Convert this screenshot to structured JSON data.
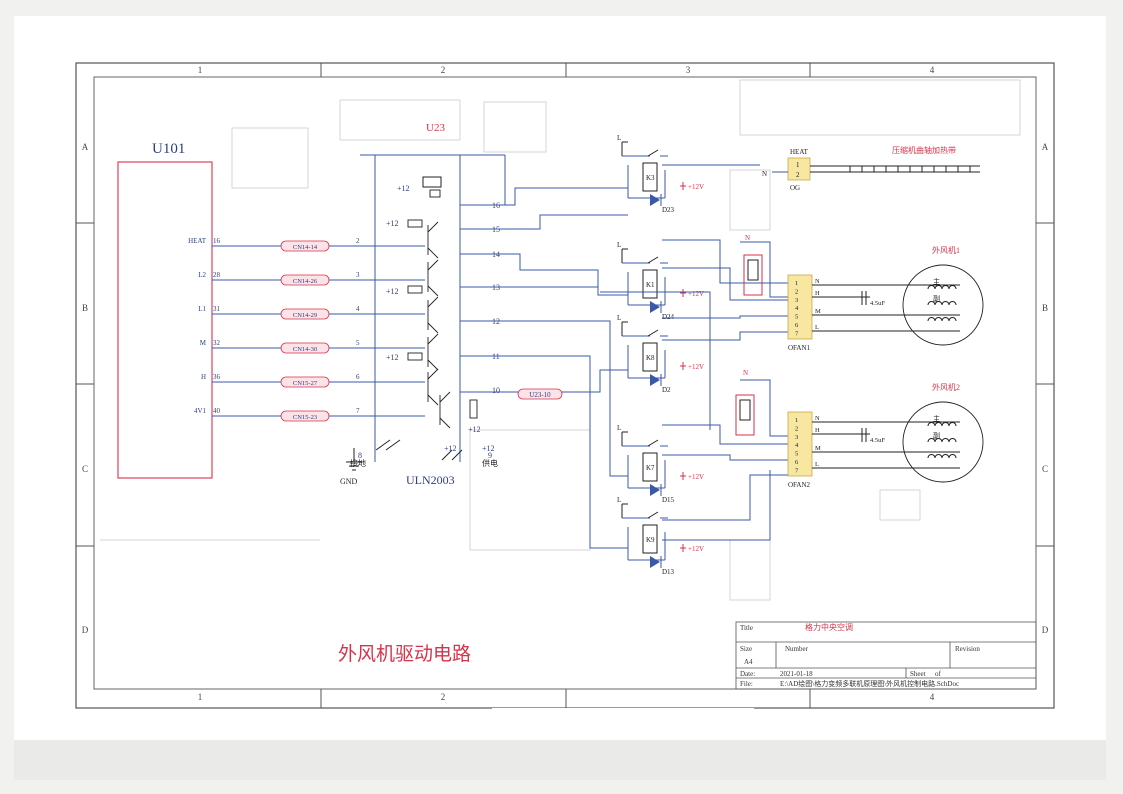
{
  "frame": {
    "columns": [
      "1",
      "2",
      "3",
      "4"
    ],
    "rows": [
      "A",
      "B",
      "C",
      "D"
    ]
  },
  "u101": {
    "title": "U101",
    "pins": [
      {
        "name": "HEAT",
        "num": "16",
        "conn": "CN14-14",
        "in": "2"
      },
      {
        "name": "L2",
        "num": "28",
        "conn": "CN14-26",
        "in": "3"
      },
      {
        "name": "L1",
        "num": "31",
        "conn": "CN14-29",
        "in": "4"
      },
      {
        "name": "M",
        "num": "32",
        "conn": "CN14-30",
        "in": "5"
      },
      {
        "name": "H",
        "num": "36",
        "conn": "CN15-27",
        "in": "6"
      },
      {
        "name": "4V1",
        "num": "40",
        "conn": "CN15-23",
        "in": "7"
      }
    ]
  },
  "uln": {
    "name": "ULN2003",
    "u23": "U23",
    "outputs": [
      "16",
      "15",
      "14",
      "13",
      "12",
      "11",
      "10"
    ],
    "r12": "+12",
    "u23_10": "U23-10",
    "gnd_pin": "8",
    "gnd_label": "接地",
    "vcc_pin": "9",
    "vcc_label": "供电",
    "gnd": "GND"
  },
  "relays": {
    "power": "+12V",
    "l_label": "L",
    "n_label": "N",
    "items": [
      {
        "name": "K3",
        "diode": "D23"
      },
      {
        "name": "K1",
        "diode": "D24"
      },
      {
        "name": "K8",
        "diode": "D2"
      },
      {
        "name": "K7",
        "diode": "D15"
      },
      {
        "name": "K9",
        "diode": "D13"
      }
    ]
  },
  "og": {
    "name": "OG",
    "top_label": "HEAT",
    "pins": [
      "1",
      "2"
    ],
    "heater_label": "压缩机曲轴加热带"
  },
  "fans": [
    {
      "name": "OFAN1",
      "title": "外风机1",
      "pins": [
        "1",
        "2",
        "3",
        "4",
        "5",
        "6",
        "7"
      ],
      "sides": [
        "N",
        "H",
        "M",
        "L"
      ],
      "cap": "4.5uF",
      "main": "主",
      "aux": "副"
    },
    {
      "name": "OFAN2",
      "title": "外风机2",
      "pins": [
        "1",
        "2",
        "3",
        "4",
        "5",
        "6",
        "7"
      ],
      "sides": [
        "N",
        "H",
        "M",
        "L"
      ],
      "cap": "4.5uF",
      "main": "主",
      "aux": "副"
    }
  ],
  "caption": "外风机驱动电路",
  "title_block": {
    "title_label": "Title",
    "title_value": "格力中央空调",
    "size_label": "Size",
    "size_value": "A4",
    "number_label": "Number",
    "revision_label": "Revision",
    "date_label": "Date:",
    "date_value": "2021-01-18",
    "sheet_label": "Sheet",
    "of_label": "of",
    "file_label": "File:",
    "file_value": "E:\\AD绘图\\格力变频多联机原理图\\外风机控制电路.SchDoc"
  },
  "colors": {
    "wire": "#3a58a8",
    "red": "#d8324a",
    "yellow": "#f7e7a0",
    "frame": "#555555"
  }
}
